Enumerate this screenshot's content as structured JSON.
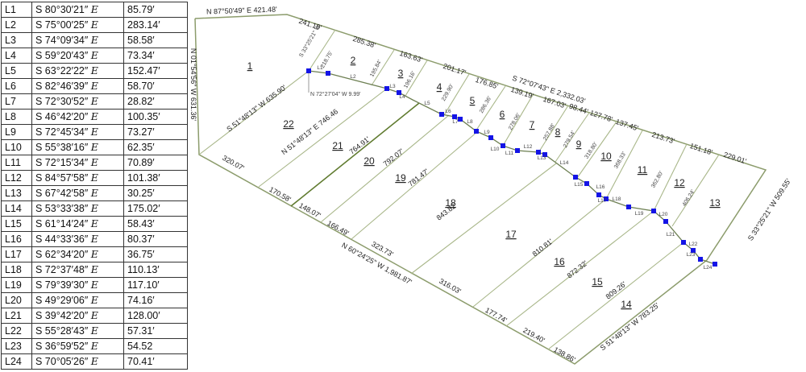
{
  "line_table": [
    {
      "line": "L1",
      "bearing": "S 80°30′21″",
      "dir": "E",
      "distance": "85.79′"
    },
    {
      "line": "L2",
      "bearing": "S 75°00′25″",
      "dir": "E",
      "distance": "283.14′"
    },
    {
      "line": "L3",
      "bearing": "S 74°09′34″",
      "dir": "E",
      "distance": "58.58′"
    },
    {
      "line": "L4",
      "bearing": "S 59°20′43″",
      "dir": "E",
      "distance": "73.34′"
    },
    {
      "line": "L5",
      "bearing": "S 63°22′22″",
      "dir": "E",
      "distance": "152.47′"
    },
    {
      "line": "L6",
      "bearing": "S 82°46′39″",
      "dir": "E",
      "distance": "58.70′"
    },
    {
      "line": "L7",
      "bearing": "S 72°30′52″",
      "dir": "E",
      "distance": "28.82′"
    },
    {
      "line": "L8",
      "bearing": "S 46°42′20″",
      "dir": "E",
      "distance": "100.35′"
    },
    {
      "line": "L9",
      "bearing": "S 72°45′34″",
      "dir": "E",
      "distance": "73.27′"
    },
    {
      "line": "L10",
      "bearing": "S 55°38′16″",
      "dir": "E",
      "distance": "62.35′"
    },
    {
      "line": "L11",
      "bearing": "S 72°15′34″",
      "dir": "E",
      "distance": "70.89′"
    },
    {
      "line": "L12",
      "bearing": "S 84°57′58″",
      "dir": "E",
      "distance": "101.38′"
    },
    {
      "line": "L13",
      "bearing": "S 67°42′58″",
      "dir": "E",
      "distance": "30.25′"
    },
    {
      "line": "L14",
      "bearing": "S 53°33′38″",
      "dir": "E",
      "distance": "175.02′"
    },
    {
      "line": "L15",
      "bearing": "S 61°14′24″",
      "dir": "E",
      "distance": "58.43′"
    },
    {
      "line": "L16",
      "bearing": "S 44°33′36″",
      "dir": "E",
      "distance": "80.37′"
    },
    {
      "line": "L17",
      "bearing": "S 62°34′20″",
      "dir": "E",
      "distance": "36.75′"
    },
    {
      "line": "L18",
      "bearing": "S 72°37′48″",
      "dir": "E",
      "distance": "110.13′"
    },
    {
      "line": "L19",
      "bearing": "S 79°39′30″",
      "dir": "E",
      "distance": "117.10′"
    },
    {
      "line": "L20",
      "bearing": "S 49°29′06″",
      "dir": "E",
      "distance": "74.16′"
    },
    {
      "line": "L21",
      "bearing": "S 39°42′20″",
      "dir": "E",
      "distance": "128.00′"
    },
    {
      "line": "L22",
      "bearing": "S 55°28′43″",
      "dir": "E",
      "distance": "57.31′"
    },
    {
      "line": "L23",
      "bearing": "S 36°59′52″",
      "dir": "E",
      "distance": "54.52"
    },
    {
      "line": "L24",
      "bearing": "S 70°05′26″",
      "dir": "E",
      "distance": "70.41′"
    }
  ],
  "plat": {
    "colors": {
      "boundary": "#8c9c6c",
      "lot_line": "#a9b78a",
      "thick_line": "#5f7a2e",
      "point": "#1414e6",
      "tie_line": "#999999"
    },
    "lots": [
      "1",
      "2",
      "3",
      "4",
      "5",
      "6",
      "7",
      "8",
      "9",
      "10",
      "11",
      "12",
      "13",
      "14",
      "15",
      "16",
      "17",
      "18",
      "19",
      "20",
      "21",
      "22"
    ],
    "boundary_calls": [
      "N 87°50'49\" E 421.48'",
      "S 72°07'43\" E 2,332.03'",
      "S 33°25'21\" W 509.55'",
      "S 51°48'13\" W 783.25'",
      "N 60°24'25\" W 1,981.87'",
      "N 01°54'56\" W 631.36'"
    ],
    "top_segments": [
      "241.19'",
      "285.38'",
      "163.63'",
      "201.17'",
      "176.85'",
      "139.19'",
      "167.03'",
      "98.44'",
      "127.78'",
      "137.45'",
      "213.73'",
      "151.18'",
      "229.01'"
    ],
    "bottom_segments": [
      "320.07'",
      "170.58'",
      "148.07'",
      "166.49'",
      "323.73'",
      "316.03'",
      "177.74'",
      "219.40'",
      "138.86'"
    ],
    "north_lot_lines": [
      "S 33°25'21\" W",
      "218.75'",
      "195.84'",
      "196.16'",
      "229.90'",
      "286.36'",
      "278.06'",
      "257.88'",
      "279.54'",
      "318.80'",
      "368.33'",
      "362.80'",
      "406.24'"
    ],
    "south_lot_lines": [
      "S 51°48'13\" W 635.90'",
      "N 51°48'13\" E 746.46",
      "764.91'",
      "792.07'",
      "781.47'",
      "843.82'",
      "810.81'",
      "872.32'",
      "809.26'"
    ],
    "tie_call": "N 72°27'04\" W 9.99'",
    "line_labels": [
      "L1",
      "L2",
      "L3",
      "L4",
      "L5",
      "L6",
      "L7",
      "L8",
      "L9",
      "L10",
      "L11",
      "L12",
      "L13",
      "L14",
      "L15",
      "L16",
      "L17",
      "L18",
      "L19",
      "L20",
      "L21",
      "L22",
      "L23",
      "L24"
    ]
  }
}
